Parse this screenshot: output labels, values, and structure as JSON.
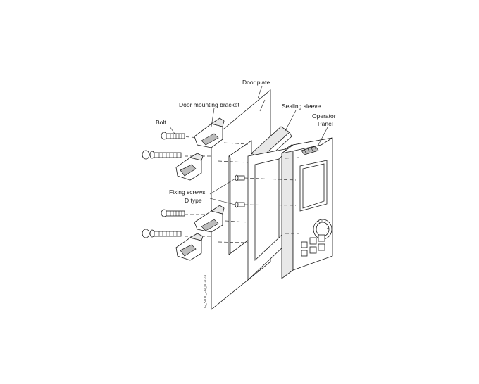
{
  "diagram": {
    "labels": {
      "door_plate": "Door plate",
      "door_mounting_bracket": "Door mounting bracket",
      "sealing_sleeve": "Sealing sleeve",
      "operator_panel_line1": "Operator",
      "operator_panel_line2": "Panel",
      "bolt": "Bolt",
      "fixing_screws_line1": "Fixing screws",
      "fixing_screws_line2": "D type",
      "drawing_code": "G_S011_EN_00207a"
    }
  }
}
